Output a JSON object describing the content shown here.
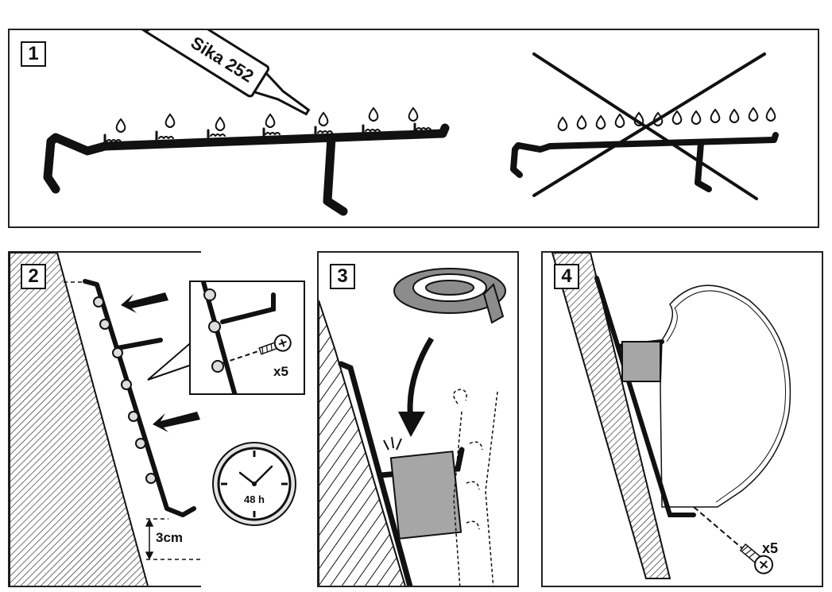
{
  "steps": [
    {
      "number": "1"
    },
    {
      "number": "2"
    },
    {
      "number": "3"
    },
    {
      "number": "4"
    }
  ],
  "step1": {
    "tube_label": "Sika 252"
  },
  "step2": {
    "screw_count": "x5",
    "timer": "48 h",
    "gap": "3cm"
  },
  "step4": {
    "screw_count": "x5"
  },
  "colors": {
    "line": "#111111",
    "fill_gray": "#a6a6a6",
    "seal": "#8c8c8c",
    "clock_face": "#e4e4e4"
  }
}
